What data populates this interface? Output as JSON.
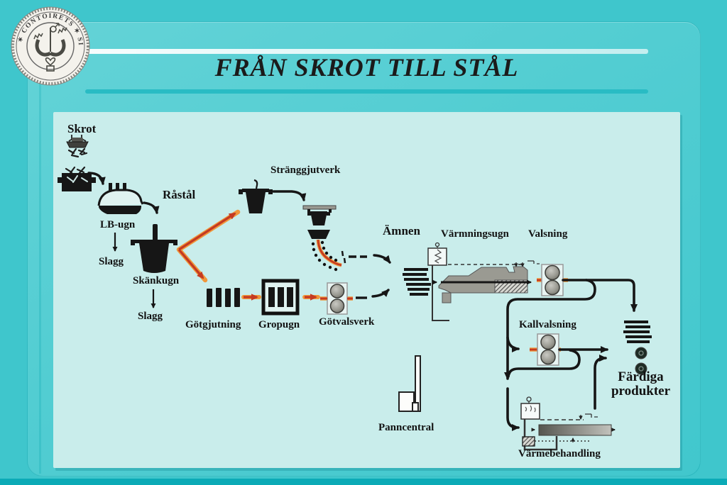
{
  "seal": {
    "ring_text": "JERN ✶ CONTOIRETS ✶ SIGILL"
  },
  "title": "FRÅN SKROT TILL STÅL",
  "diagram": {
    "labels": {
      "skrot": "Skrot",
      "lb_ugn": "LB-ugn",
      "rastal": "Råstål",
      "slagg1": "Slagg",
      "skankugn": "Skänkugn",
      "slagg2": "Slagg",
      "stranggjutverk": "Stränggjutverk",
      "gotgjutning": "Götgjutning",
      "gropugn": "Gropugn",
      "gotvalsverk": "Götvalsverk",
      "amnen": "Ämnen",
      "varmningsugn": "Värmningsugn",
      "valsning": "Valsning",
      "kallvalsning": "Kallvalsning",
      "panncentral": "Panncentral",
      "varmebehandling": "Värmebehandling",
      "fardiga_line1": "Färdiga",
      "fardiga_line2": "produkter"
    },
    "flows": [
      "Skrot → LB-ugn",
      "LB-ugn → Slagg",
      "LB-ugn → Råstål → Skänkugn",
      "Skänkugn → Slagg",
      "Skänkugn → Stränggjutverk",
      "Skänkugn → Götgjutning",
      "Götgjutning → Gropugn",
      "Gropugn → Götvalsverk",
      "Stränggjutverk → Ämnen",
      "Götvalsverk → Ämnen",
      "Ämnen → Värmningsugn",
      "Värmningsugn → Valsning",
      "Valsning → Färdiga produkter",
      "Valsning → Kallvalsning",
      "Valsning → Värmebehandling",
      "Kallvalsning → Färdiga produkter",
      "Värmebehandling → Färdiga produkter"
    ],
    "icons": [
      "seal-icon",
      "magnet-crane-icon",
      "scrap-box-icon",
      "arc-furnace-icon",
      "ladle-icon",
      "casting-ladle-icon",
      "continuous-caster-icon",
      "ingots-icon",
      "pit-furnace-icon",
      "rolling-stand-icon",
      "billet-stack-icon",
      "reheating-furnace-icon",
      "boiler-house-icon",
      "heat-treatment-furnace-icon",
      "coil-icon",
      "product-stack-icon"
    ],
    "colors": {
      "background": "#3fc6cc",
      "card": "#52cdd2",
      "panel": "#c9edeb",
      "ink": "#161616",
      "hot_metal_red": "#c43a22",
      "hot_metal_orange": "#f0973b",
      "furnace_gray": "#9a9a92"
    }
  }
}
